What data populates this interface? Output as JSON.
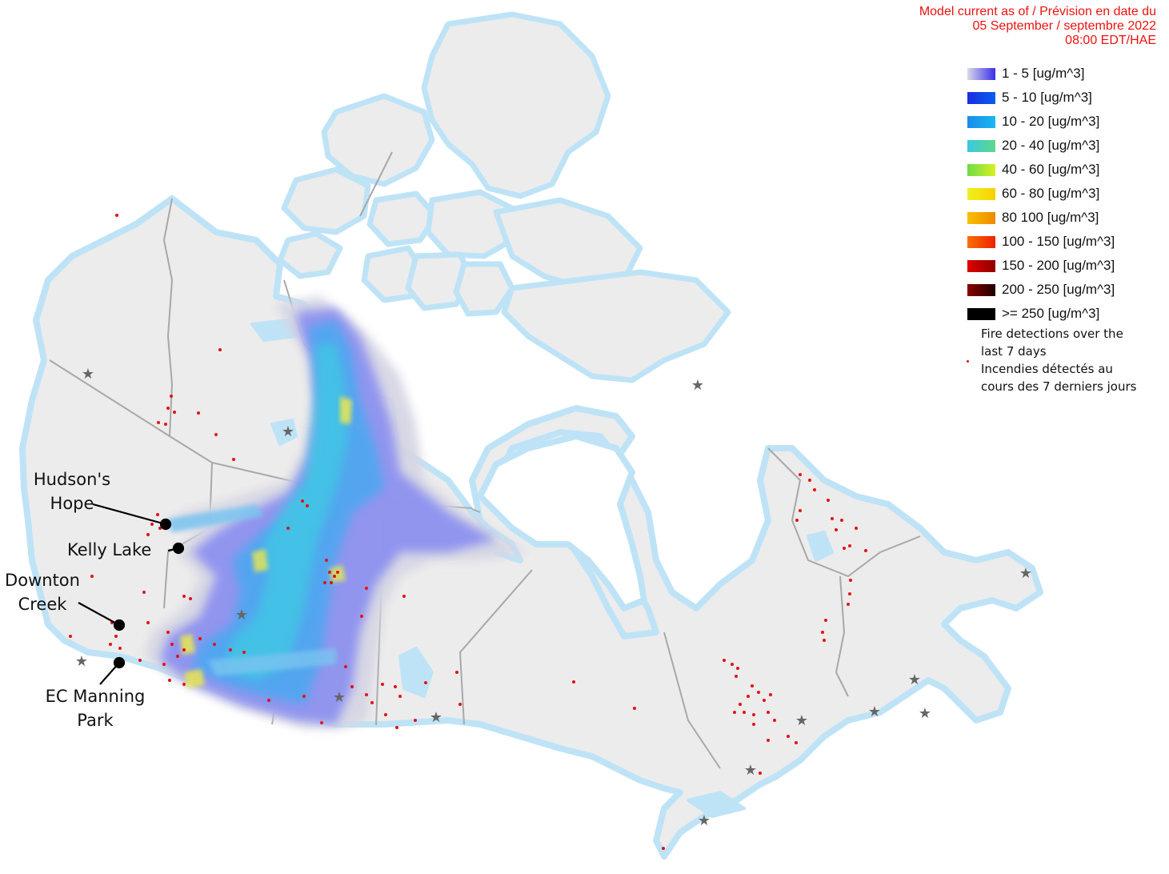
{
  "model_info": {
    "line1": "Model current as of / Prévision en date du",
    "line2": "05 September / septembre 2022",
    "line3": "08:00 EDT/HAE"
  },
  "legend": {
    "items": [
      {
        "label": "1 - 5 [ug/m^3]",
        "color_from": "#d9d9e8",
        "color_to": "#3a2ee8"
      },
      {
        "label": "5 - 10 [ug/m^3]",
        "color_from": "#1a2ee0",
        "color_to": "#0a5cf0"
      },
      {
        "label": "10 - 20 [ug/m^3]",
        "color_from": "#1a8ce8",
        "color_to": "#1ab8f0"
      },
      {
        "label": "20 - 40 [ug/m^3]",
        "color_from": "#3ac8e0",
        "color_to": "#5ed88a"
      },
      {
        "label": "40 - 60 [ug/m^3]",
        "color_from": "#6edc4a",
        "color_to": "#d8f020"
      },
      {
        "label": "60 - 80 [ug/m^3]",
        "color_from": "#f0f020",
        "color_to": "#f8d000"
      },
      {
        "label": "80 100 [ug/m^3]",
        "color_from": "#f8c000",
        "color_to": "#f08800"
      },
      {
        "label": "100 - 150 [ug/m^3]",
        "color_from": "#f87000",
        "color_to": "#f02000"
      },
      {
        "label": "150 - 200 [ug/m^3]",
        "color_from": "#e00000",
        "color_to": "#900000"
      },
      {
        "label": "200 - 250 [ug/m^3]",
        "color_from": "#8a0000",
        "color_to": "#200000"
      },
      {
        "label": ">= 250 [ug/m^3]",
        "color_from": "#000000",
        "color_to": "#000000"
      }
    ]
  },
  "fire_legend": {
    "line1": "Fire detections over the",
    "line2": "last 7 days",
    "line3": "Incendies détectés au",
    "line4": "cours des 7 derniers jours",
    "dot_color": "#e01010"
  },
  "sites": [
    {
      "label": "Hudson's Hope",
      "line1": "Hudson's",
      "line2": "Hope"
    },
    {
      "label": "Kelly Lake",
      "line1": "Kelly Lake"
    },
    {
      "label": "Downton Creek",
      "line1": "Downton",
      "line2": "Creek"
    },
    {
      "label": "EC Manning Park",
      "line1": "EC Manning",
      "line2": "Park"
    }
  ],
  "map_colors": {
    "land": "#ececec",
    "water_outline": "#bfe3f6",
    "boundary": "#a8a8a8",
    "capital_star": "#666666",
    "site_marker": "#000000"
  }
}
